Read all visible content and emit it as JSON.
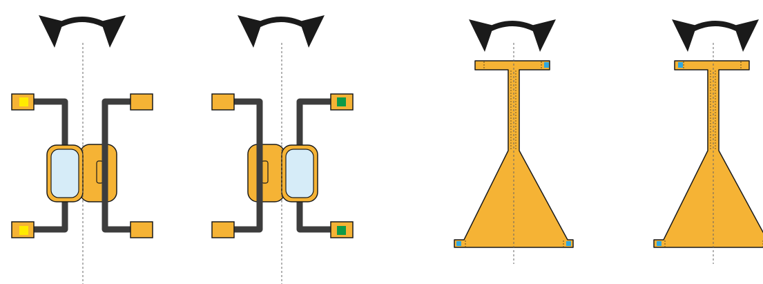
{
  "figure": {
    "panels": [
      {
        "kind": "bilayer-rotor",
        "mirrored": false,
        "pad_highlight": "yellow"
      },
      {
        "kind": "bilayer-rotor",
        "mirrored": true,
        "pad_highlight": "green"
      },
      {
        "kind": "forked-beam",
        "mirrored": false,
        "marker": "blue"
      },
      {
        "kind": "forked-beam",
        "mirrored": false,
        "marker": "blue"
      }
    ],
    "rotation_arrow": "curved-double-arrow-icon",
    "axis_line": "dashed-axis"
  },
  "colors": {
    "background": "#ffffff",
    "orange": "#F5B335",
    "dark_beam": "#3D3D3D",
    "window_fill": "#D6ECF8",
    "yellow_pad": "#FFEB00",
    "green_pad": "#0E9A48",
    "blue_marker": "#2FA7E0",
    "outline": "#1a1a1a",
    "arrow": "#1a1a1a",
    "axis": "#666666"
  }
}
